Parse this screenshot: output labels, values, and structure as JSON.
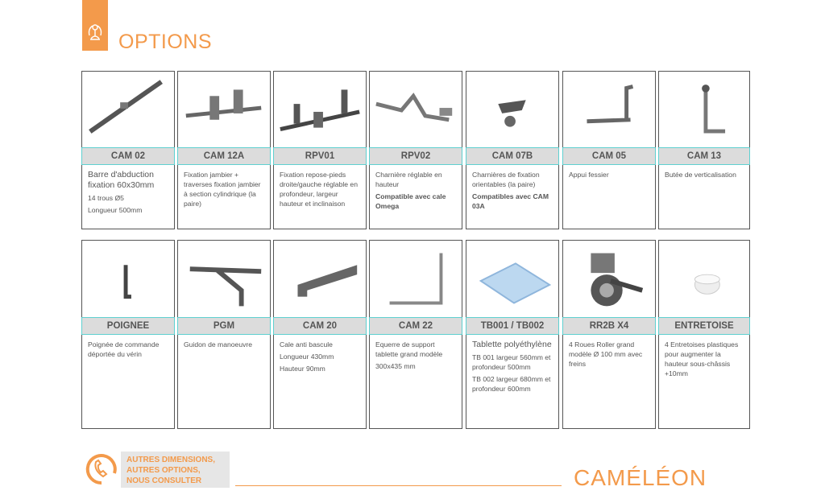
{
  "header": {
    "title": "OPTIONS"
  },
  "row1": [
    {
      "code": "CAM 02",
      "desc": [
        {
          "text": "Barre d'abduction fixation 60x30mm",
          "big": true
        },
        {
          "text": "14 trous Ø5"
        },
        {
          "text": "Longueur 500mm"
        }
      ]
    },
    {
      "code": "CAM 12A",
      "desc": [
        {
          "text": "Fixation jambier + traverses fixation jambier à section cylindrique (la paire)"
        }
      ]
    },
    {
      "code": "RPV01",
      "desc": [
        {
          "text": "Fixation repose-pieds droite/gauche réglable en profondeur, largeur hauteur et inclinaison"
        }
      ]
    },
    {
      "code": "RPV02",
      "desc": [
        {
          "text": "Charnière réglable en hauteur"
        },
        {
          "text": "Compatible avec cale Omega",
          "bold": true
        }
      ]
    },
    {
      "code": "CAM 07B",
      "desc": [
        {
          "text": "Charnières de fixation orientables (la paire)"
        },
        {
          "text": "Compatibles avec CAM 03A",
          "bold": true
        }
      ]
    },
    {
      "code": "CAM 05",
      "desc": [
        {
          "text": "Appui fessier"
        }
      ]
    },
    {
      "code": "CAM 13",
      "desc": [
        {
          "text": "Butée de verticalisation"
        }
      ]
    }
  ],
  "row2": [
    {
      "code": "POIGNEE",
      "desc": [
        {
          "text": "Poignée de commande déportée du vérin"
        }
      ]
    },
    {
      "code": "PGM",
      "desc": [
        {
          "text": "Guidon de manoeuvre"
        }
      ]
    },
    {
      "code": "CAM 20",
      "desc": [
        {
          "text": "Cale anti bascule"
        },
        {
          "text": "Longueur 430mm"
        },
        {
          "text": "Hauteur 90mm"
        }
      ]
    },
    {
      "code": "CAM 22",
      "desc": [
        {
          "text": "Equerre de support tablette grand modèle"
        },
        {
          "text": "300x435 mm"
        }
      ]
    },
    {
      "code": "TB001 / TB002",
      "desc": [
        {
          "text": "Tablette polyéthylène",
          "big": true
        },
        {
          "text": "TB 001 largeur 560mm et profondeur 500mm"
        },
        {
          "text": "TB 002 largeur 680mm et profondeur 600mm"
        }
      ]
    },
    {
      "code": "RR2B X4",
      "desc": [
        {
          "text": "4 Roues Roller grand modèle Ø 100 mm avec freins"
        }
      ]
    },
    {
      "code": "ENTRETOISE",
      "desc": [
        {
          "text": "4 Entretoises plastiques pour augmenter la hauteur sous-châssis +10mm"
        }
      ]
    }
  ],
  "footer": {
    "contact_lines": [
      "AUTRES DIMENSIONS,",
      "AUTRES OPTIONS,",
      "NOUS CONSULTER"
    ],
    "brand": "CAMÉLÉON"
  },
  "colors": {
    "accent": "#f39a4b",
    "label_bg": "#dcdcdc",
    "label_border": "#5fd0d0"
  }
}
